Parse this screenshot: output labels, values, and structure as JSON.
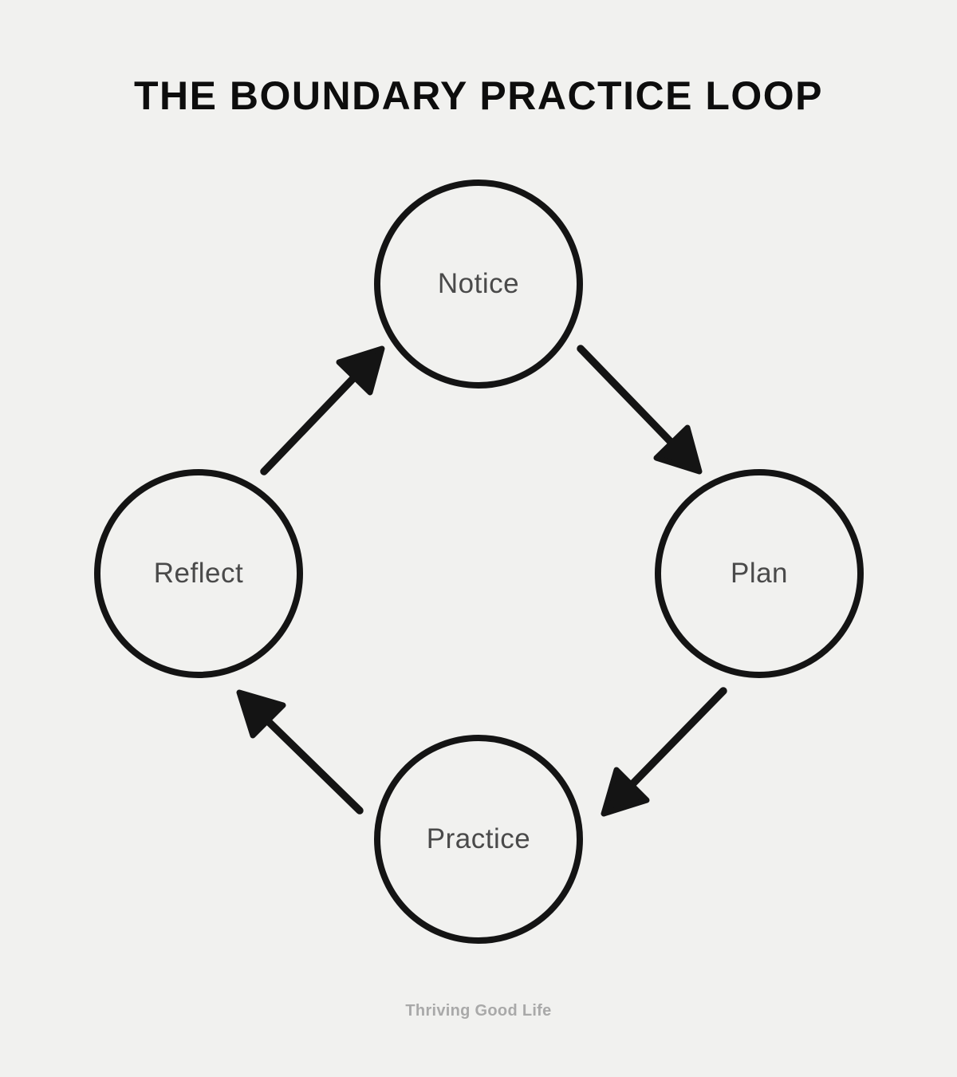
{
  "title": "THE BOUNDARY PRACTICE LOOP",
  "footer": "Thriving Good Life",
  "colors": {
    "background": "#f1f1ef",
    "line": "#141414",
    "title_text": "#0d0d0d",
    "node_label_text": "#4a4a4a",
    "footer_text": "#a9a9a9"
  },
  "diagram": {
    "type": "cycle",
    "nodes": [
      {
        "id": "notice",
        "label": "Notice",
        "position": "top"
      },
      {
        "id": "plan",
        "label": "Plan",
        "position": "right"
      },
      {
        "id": "practice",
        "label": "Practice",
        "position": "bottom"
      },
      {
        "id": "reflect",
        "label": "Reflect",
        "position": "left"
      }
    ],
    "edges": [
      {
        "from": "notice",
        "to": "plan"
      },
      {
        "from": "plan",
        "to": "practice"
      },
      {
        "from": "practice",
        "to": "reflect"
      },
      {
        "from": "reflect",
        "to": "notice"
      }
    ]
  }
}
